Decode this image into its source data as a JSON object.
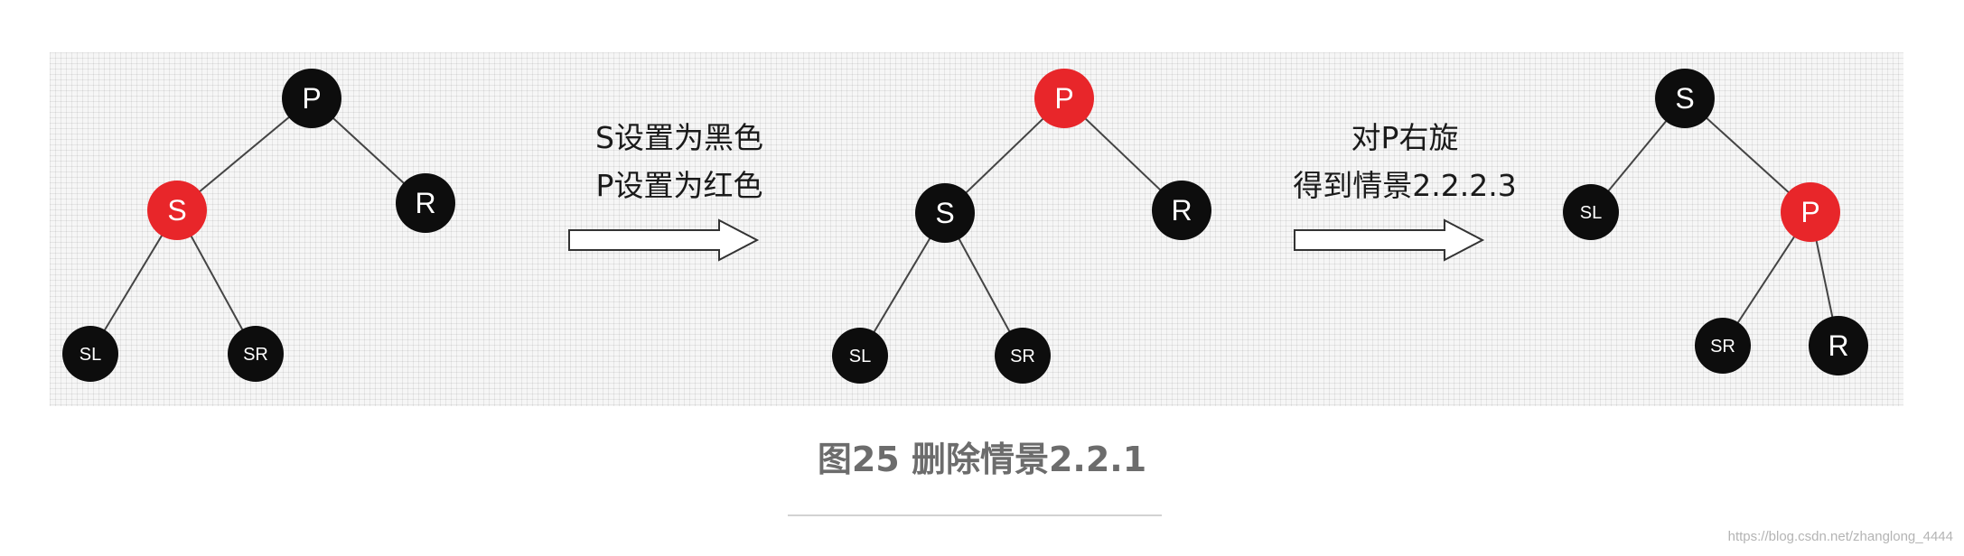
{
  "colors": {
    "black_node": "#0d0d0d",
    "red_node": "#e8262a",
    "edge": "#444444",
    "arrow_stroke": "#333333",
    "arrow_fill": "#ffffff"
  },
  "trees": [
    {
      "id": "before",
      "nodes": [
        {
          "id": "P",
          "label": "P",
          "color": "black"
        },
        {
          "id": "S",
          "label": "S",
          "color": "red"
        },
        {
          "id": "R",
          "label": "R",
          "color": "black"
        },
        {
          "id": "SL",
          "label": "SL",
          "color": "black"
        },
        {
          "id": "SR",
          "label": "SR",
          "color": "black"
        }
      ],
      "edges": [
        [
          "P",
          "S"
        ],
        [
          "P",
          "R"
        ],
        [
          "S",
          "SL"
        ],
        [
          "S",
          "SR"
        ]
      ]
    },
    {
      "id": "recolored",
      "nodes": [
        {
          "id": "P",
          "label": "P",
          "color": "red"
        },
        {
          "id": "S",
          "label": "S",
          "color": "black"
        },
        {
          "id": "R",
          "label": "R",
          "color": "black"
        },
        {
          "id": "SL",
          "label": "SL",
          "color": "black"
        },
        {
          "id": "SR",
          "label": "SR",
          "color": "black"
        }
      ],
      "edges": [
        [
          "P",
          "S"
        ],
        [
          "P",
          "R"
        ],
        [
          "S",
          "SL"
        ],
        [
          "S",
          "SR"
        ]
      ]
    },
    {
      "id": "rotated",
      "nodes": [
        {
          "id": "S",
          "label": "S",
          "color": "black"
        },
        {
          "id": "SL",
          "label": "SL",
          "color": "black"
        },
        {
          "id": "P",
          "label": "P",
          "color": "red"
        },
        {
          "id": "SR",
          "label": "SR",
          "color": "black"
        },
        {
          "id": "R",
          "label": "R",
          "color": "black"
        }
      ],
      "edges": [
        [
          "S",
          "SL"
        ],
        [
          "S",
          "P"
        ],
        [
          "P",
          "SR"
        ],
        [
          "P",
          "R"
        ]
      ]
    }
  ],
  "transitions": [
    {
      "lines": [
        "S设置为黑色",
        "P设置为红色"
      ]
    },
    {
      "lines": [
        "对P右旋",
        "得到情景2.2.2.3"
      ]
    }
  ],
  "caption": "图25 删除情景2.2.1",
  "watermark": "https://blog.csdn.net/zhanglong_4444"
}
